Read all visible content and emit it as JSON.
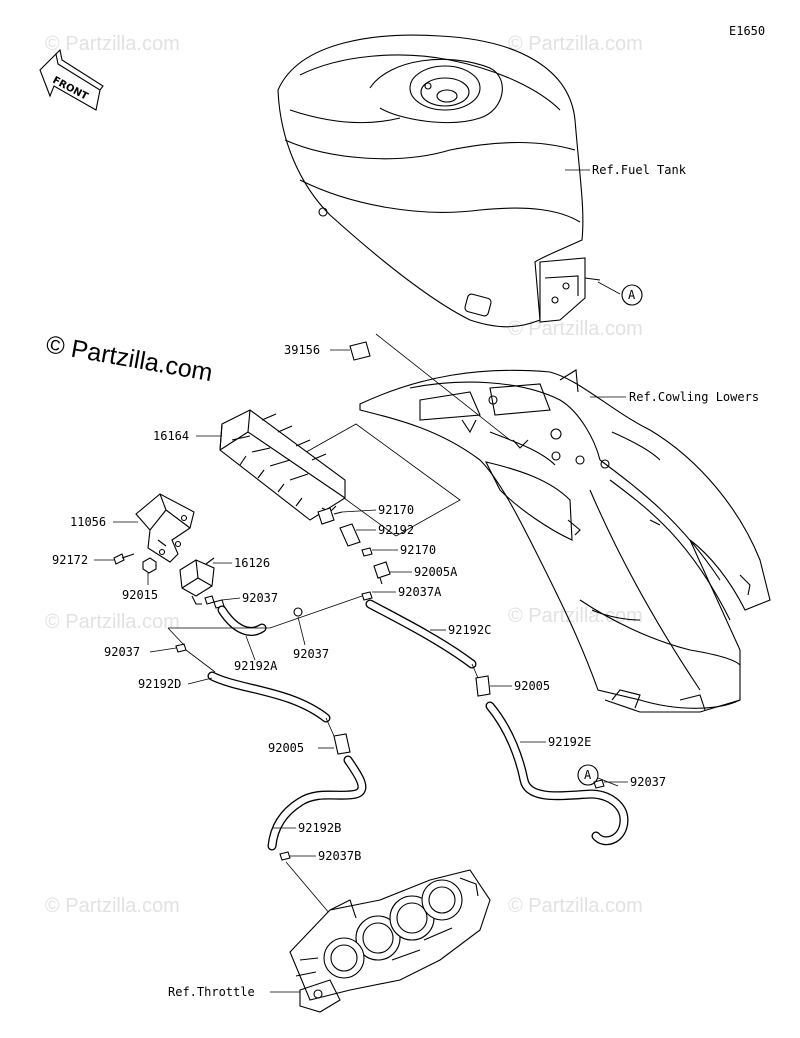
{
  "diagram": {
    "code": "E1650",
    "front_label": "FRONT",
    "copyright": "© Partzilla.com",
    "watermark": "© Partzilla.com",
    "refs": {
      "fuel_tank": "Ref.Fuel Tank",
      "cowling_lowers": "Ref.Cowling Lowers",
      "throttle": "Ref.Throttle"
    },
    "callout_marker": "A",
    "labels": {
      "p39156": "39156",
      "p16164": "16164",
      "p11056": "11056",
      "p92172": "92172",
      "p92015": "92015",
      "p16126": "16126",
      "p92037_a": "92037",
      "p92037_b": "92037",
      "p92037_c": "92037",
      "p92037_d": "92037",
      "p92192A": "92192A",
      "p92192D": "92192D",
      "p92005_a": "92005",
      "p92192B": "92192B",
      "p92037B": "92037B",
      "p92170_a": "92170",
      "p92192": "92192",
      "p92170_b": "92170",
      "p92005A": "92005A",
      "p92037A": "92037A",
      "p92192C": "92192C",
      "p92005_b": "92005",
      "p92192E": "92192E"
    }
  }
}
